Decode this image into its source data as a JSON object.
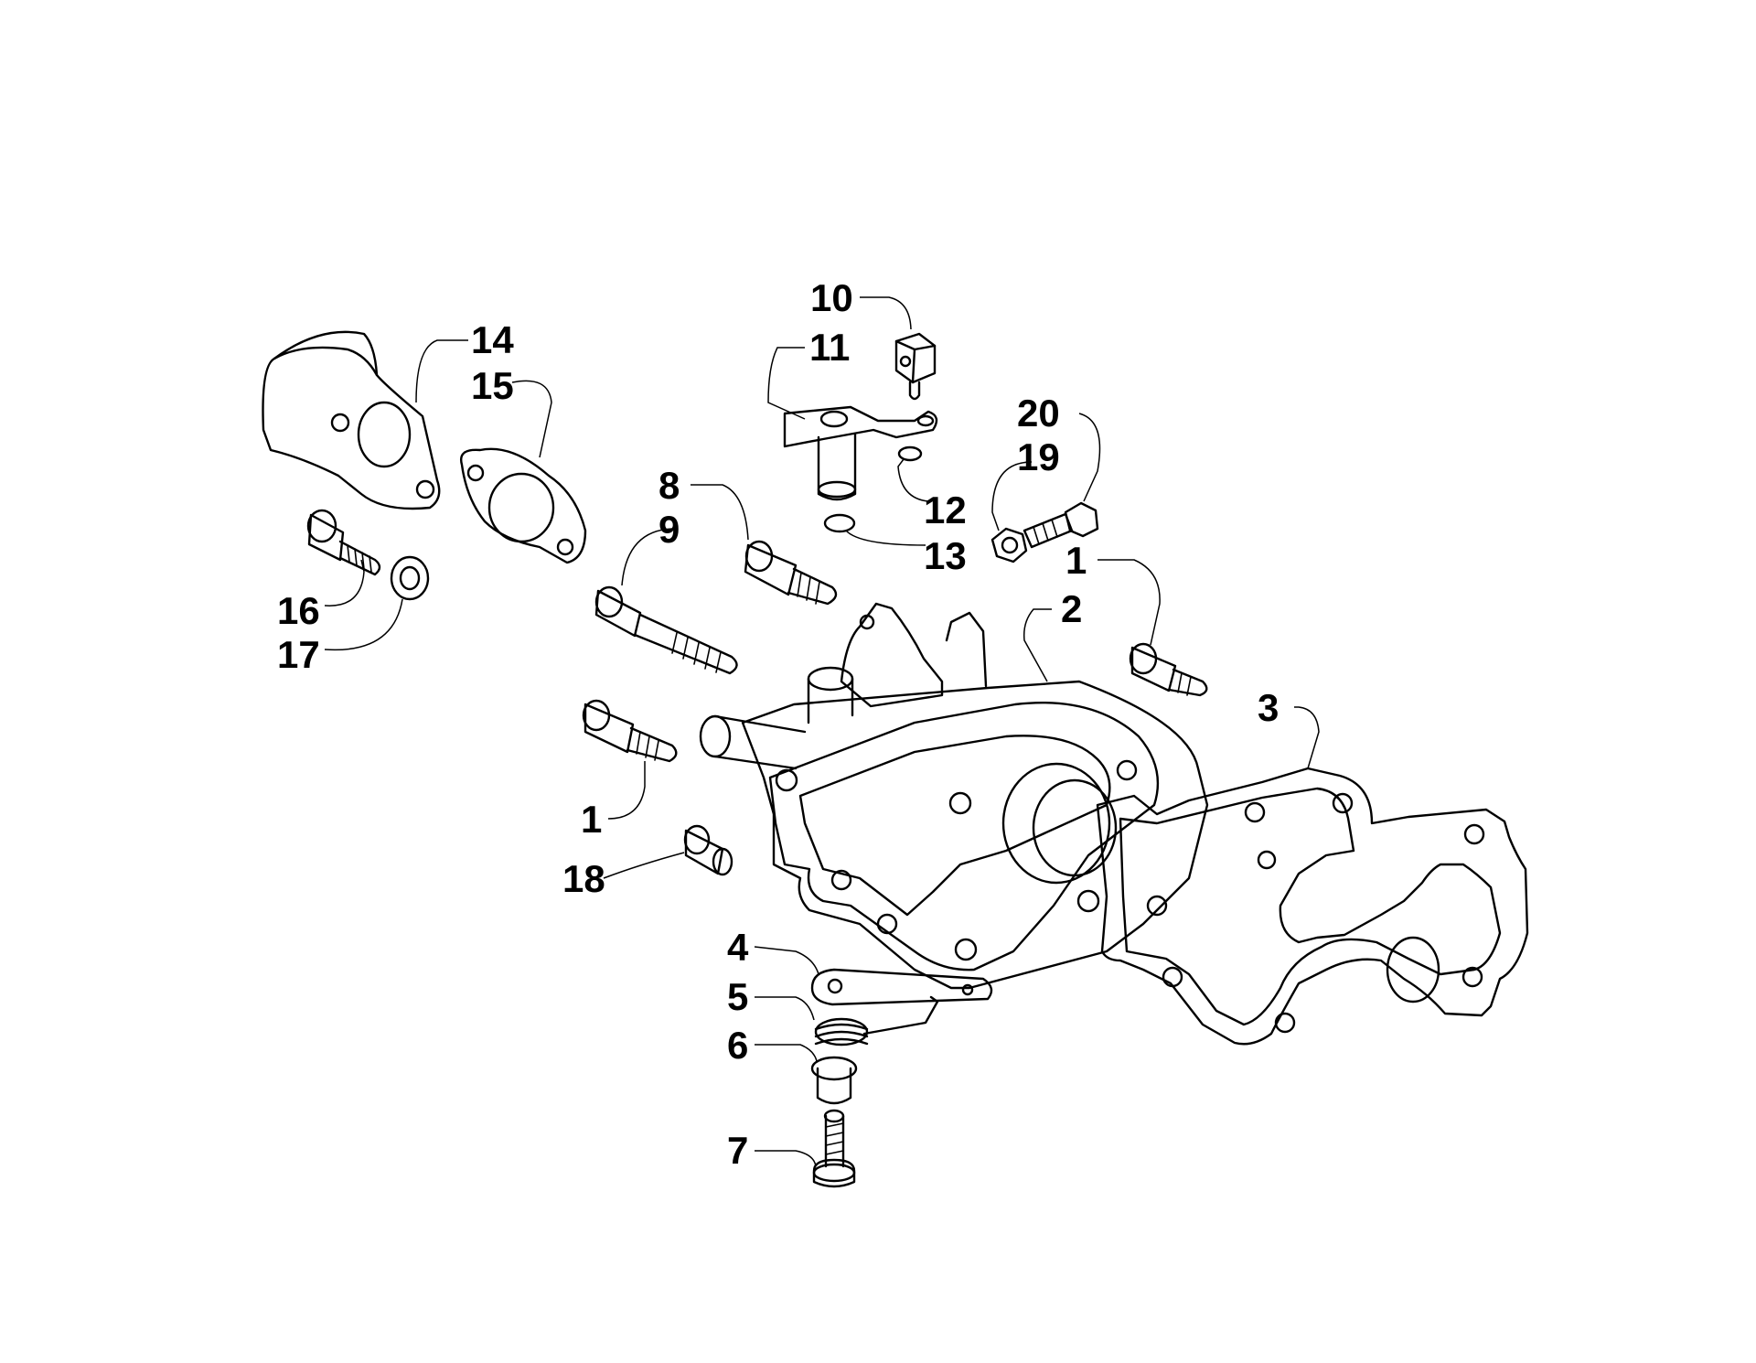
{
  "callouts": {
    "c1a": "1",
    "c1b": "1",
    "c2": "2",
    "c3": "3",
    "c4": "4",
    "c5": "5",
    "c6": "6",
    "c7": "7",
    "c8": "8",
    "c9": "9",
    "c10": "10",
    "c11": "11",
    "c12": "12",
    "c13": "13",
    "c14": "14",
    "c15": "15",
    "c16": "16",
    "c17": "17",
    "c18": "18",
    "c19": "19",
    "c20": "20"
  },
  "colors": {
    "line": "#000000",
    "background": "#ffffff"
  }
}
